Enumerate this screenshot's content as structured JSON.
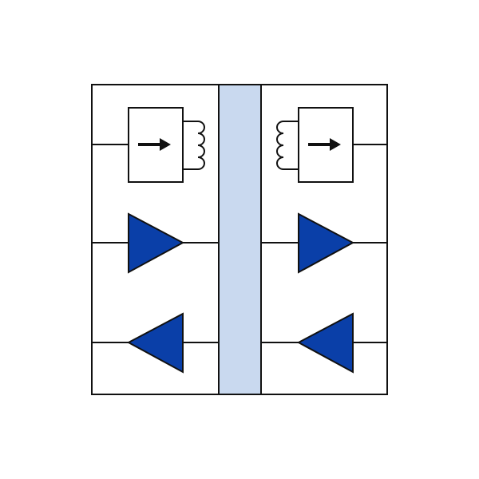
{
  "diagram": {
    "colors": {
      "stroke": "#111111",
      "triangle_fill": "#0a3fa8",
      "center_bar_fill": "#c9d9ef",
      "background": "#ffffff"
    },
    "left_panel": {
      "elements": [
        {
          "kind": "isolator-block",
          "icon": "right-arrow-icon",
          "coil_side": "right"
        },
        {
          "kind": "amplifier",
          "direction": "right"
        },
        {
          "kind": "amplifier",
          "direction": "left"
        }
      ]
    },
    "center": {
      "kind": "separator-bar"
    },
    "right_panel": {
      "elements": [
        {
          "kind": "isolator-block",
          "icon": "right-arrow-icon",
          "coil_side": "left"
        },
        {
          "kind": "amplifier",
          "direction": "right"
        },
        {
          "kind": "amplifier",
          "direction": "left"
        }
      ]
    }
  }
}
